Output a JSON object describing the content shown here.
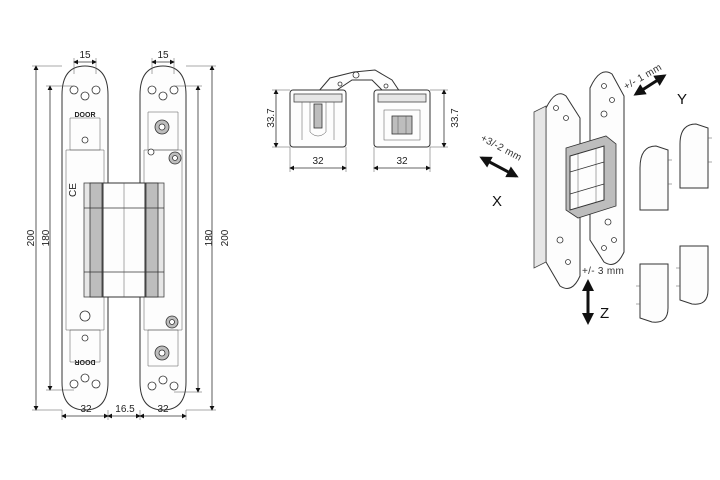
{
  "front_view": {
    "dimensions": {
      "top_width_left": "15",
      "top_width_right": "15",
      "height_outer_left": "200",
      "height_inner_left": "180",
      "height_inner_right": "180",
      "height_outer_right": "200",
      "bottom_left": "32",
      "bottom_gap": "16.5",
      "bottom_right": "32"
    },
    "stamp_top": "DOOR",
    "stamp_bottom": "DOOR",
    "ce_mark": "CE"
  },
  "top_view": {
    "dimensions": {
      "height_left": "33.7",
      "height_right": "33.7",
      "width_left": "32",
      "width_right": "32"
    }
  },
  "adjustment_view": {
    "axis_x": "X",
    "axis_y": "Y",
    "axis_z": "Z",
    "range_x": "+3/-2 mm",
    "range_y": "+/- 1 mm",
    "range_z": "+/- 3 mm"
  },
  "colors": {
    "line": "#333333",
    "shade": "#e6e6e6",
    "background": "#ffffff"
  }
}
